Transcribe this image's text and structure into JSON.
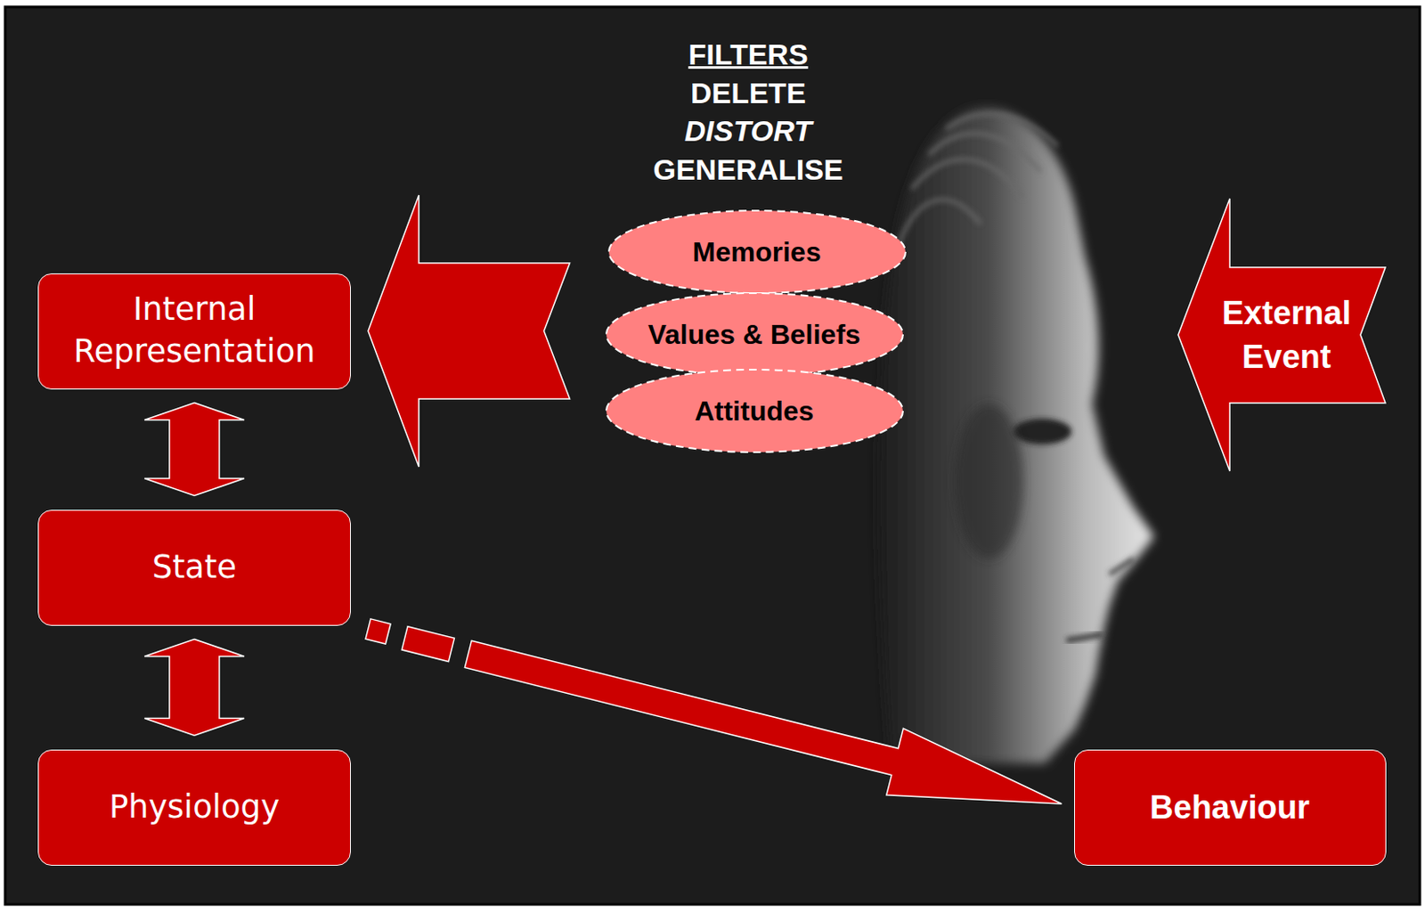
{
  "diagram": {
    "nodes": [
      {
        "text": [
          "Memories"
        ]
      },
      {
        "text": [
          "Values & Beliefs"
        ]
      },
      {
        "text": [
          "Attitudes"
        ]
      },
      {
        "text": [
          "Internal Representation"
        ]
      },
      {
        "text": [
          "External Event"
        ]
      },
      {
        "text": [
          "State"
        ]
      },
      {
        "text": [
          "Physiology"
        ]
      },
      {
        "text": [
          "Behaviour"
        ]
      }
    ],
    "edges": [
      {
        "from": 3,
        "to": 5,
        "arrow": "both"
      },
      {
        "from": 5,
        "to": 6,
        "arrow": "both"
      },
      {
        "from": 5,
        "to": 7,
        "arrow": "to"
      },
      {
        "from": 1,
        "to": 3,
        "arrow": "to"
      }
    ],
    "labels": [
      "FILTERS",
      "DELETE",
      "DISTORT",
      "GENERALISE"
    ]
  }
}
